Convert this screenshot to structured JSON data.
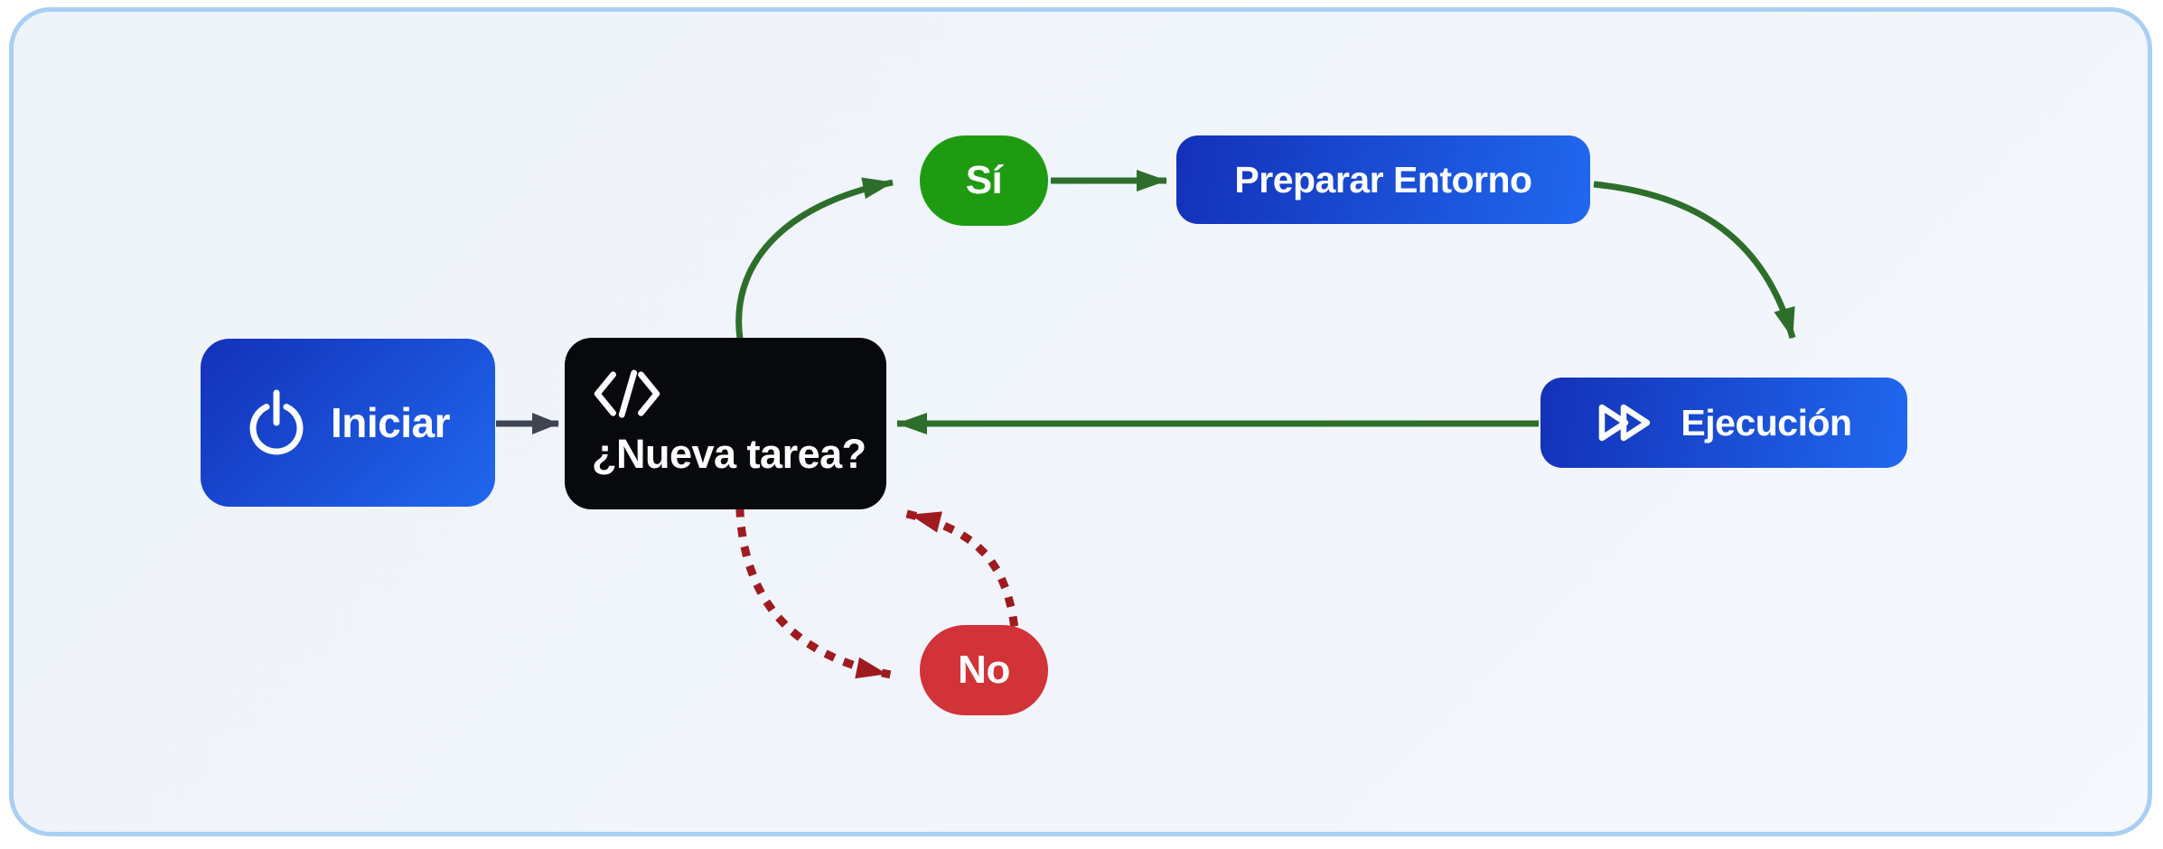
{
  "nodes": {
    "iniciar": {
      "label": "Iniciar",
      "icon": "power-icon"
    },
    "nueva_tarea": {
      "label": "¿Nueva tarea?",
      "icon": "code-icon"
    },
    "si": {
      "label": "Sí"
    },
    "preparar_entorno": {
      "label": "Preparar Entorno"
    },
    "ejecucion": {
      "label": "Ejecución",
      "icon": "fast-forward-icon"
    },
    "no": {
      "label": "No"
    }
  },
  "edges": [
    {
      "from": "iniciar",
      "to": "nueva_tarea",
      "style": "solid",
      "color": "gray"
    },
    {
      "from": "nueva_tarea",
      "to": "si",
      "style": "solid",
      "color": "green"
    },
    {
      "from": "si",
      "to": "preparar_entorno",
      "style": "solid",
      "color": "green"
    },
    {
      "from": "preparar_entorno",
      "to": "ejecucion",
      "style": "solid",
      "color": "green"
    },
    {
      "from": "ejecucion",
      "to": "nueva_tarea",
      "style": "solid",
      "color": "green"
    },
    {
      "from": "nueva_tarea",
      "to": "no",
      "style": "dotted",
      "color": "dark-red"
    },
    {
      "from": "no",
      "to": "nueva_tarea",
      "style": "dotted",
      "color": "dark-red"
    }
  ],
  "colors": {
    "card_border": "#a9cff3",
    "card_bg": "#f1f5fb",
    "node_blue_dark": "#1331b8",
    "node_blue_bright": "#2068ee",
    "node_black": "#07090d",
    "node_green": "#1e9b10",
    "node_red": "#d13338",
    "edge_green": "#2d6e2b",
    "edge_red": "#9e1b20",
    "edge_gray": "#3e4450",
    "node_text": "#ffffff"
  }
}
